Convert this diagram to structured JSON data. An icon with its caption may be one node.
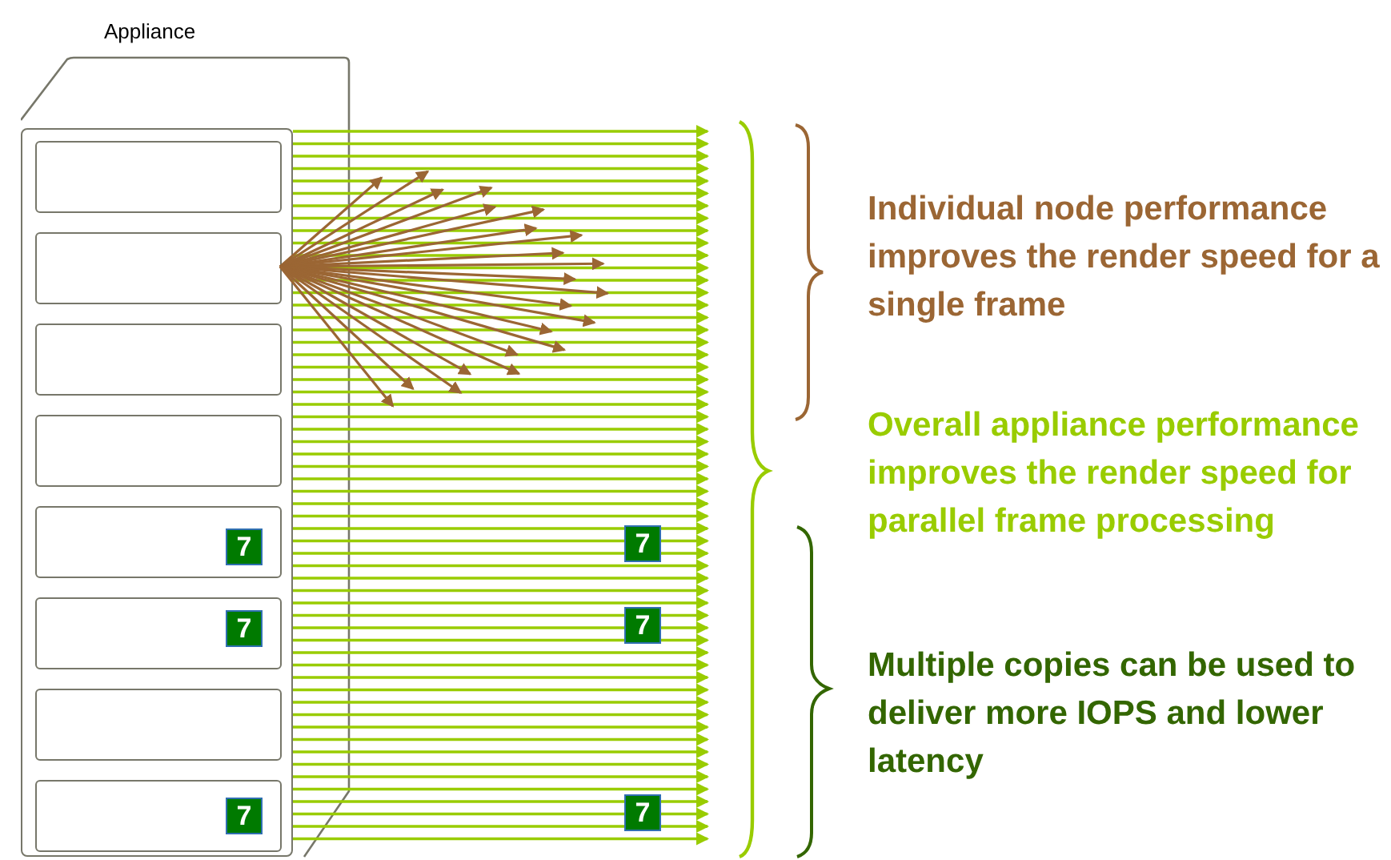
{
  "diagram": {
    "nodes": [
      {
        "text": [
          "Appliance"
        ]
      },
      {
        "text": [],
        "shape": "box",
        "in": 0
      },
      {
        "text": [],
        "shape": "box",
        "in": 0
      },
      {
        "text": [],
        "shape": "box",
        "in": 0
      },
      {
        "text": [],
        "shape": "box",
        "in": 0
      },
      {
        "text": [],
        "shape": "box",
        "in": 0
      },
      {
        "text": [],
        "shape": "box",
        "in": 0
      },
      {
        "text": [],
        "shape": "box",
        "in": 0
      },
      {
        "text": [],
        "shape": "box",
        "in": 0
      },
      {
        "text": [
          "7"
        ],
        "in": 5
      },
      {
        "text": [
          "7"
        ],
        "in": 6
      },
      {
        "text": [
          "7"
        ],
        "in": 8
      },
      {
        "text": [
          "7"
        ]
      },
      {
        "text": [
          "7"
        ]
      },
      {
        "text": [
          "7"
        ]
      }
    ],
    "edges": [
      {
        "from": 0,
        "to": null,
        "arrow": "to"
      },
      {
        "from": 0,
        "to": null,
        "arrow": "to"
      },
      {
        "from": 0,
        "to": null,
        "arrow": "to"
      },
      {
        "from": 0,
        "to": null,
        "arrow": "to"
      },
      {
        "from": 0,
        "to": null,
        "arrow": "to"
      },
      {
        "from": 0,
        "to": null,
        "arrow": "to"
      },
      {
        "from": 0,
        "to": null,
        "arrow": "to"
      },
      {
        "from": 0,
        "to": null,
        "arrow": "to"
      },
      {
        "from": 0,
        "to": null,
        "arrow": "to"
      },
      {
        "from": 0,
        "to": null,
        "arrow": "to"
      },
      {
        "from": 0,
        "to": null,
        "arrow": "to"
      },
      {
        "from": 0,
        "to": null,
        "arrow": "to"
      },
      {
        "from": 0,
        "to": null,
        "arrow": "to"
      },
      {
        "from": 0,
        "to": null,
        "arrow": "to"
      },
      {
        "from": 0,
        "to": null,
        "arrow": "to"
      },
      {
        "from": 0,
        "to": null,
        "arrow": "to"
      },
      {
        "from": 0,
        "to": null,
        "arrow": "to"
      },
      {
        "from": 0,
        "to": null,
        "arrow": "to"
      },
      {
        "from": 0,
        "to": null,
        "arrow": "to"
      },
      {
        "from": 0,
        "to": null,
        "arrow": "to"
      },
      {
        "from": 0,
        "to": null,
        "arrow": "to"
      },
      {
        "from": 0,
        "to": null,
        "arrow": "to"
      },
      {
        "from": 0,
        "to": null,
        "arrow": "to"
      },
      {
        "from": 0,
        "to": null,
        "arrow": "to"
      },
      {
        "from": 0,
        "to": null,
        "arrow": "to"
      },
      {
        "from": 0,
        "to": null,
        "arrow": "to"
      },
      {
        "from": 0,
        "to": null,
        "arrow": "to"
      },
      {
        "from": 0,
        "to": null,
        "arrow": "to"
      },
      {
        "from": 0,
        "to": null,
        "arrow": "to"
      },
      {
        "from": 0,
        "to": null,
        "arrow": "to"
      },
      {
        "from": 0,
        "to": null,
        "arrow": "to"
      },
      {
        "from": 0,
        "to": null,
        "arrow": "to"
      },
      {
        "from": 0,
        "to": null,
        "arrow": "to"
      },
      {
        "from": 0,
        "to": null,
        "arrow": "to"
      },
      {
        "from": 0,
        "to": null,
        "arrow": "to"
      },
      {
        "from": 0,
        "to": null,
        "arrow": "to"
      },
      {
        "from": 0,
        "to": null,
        "arrow": "to"
      },
      {
        "from": 0,
        "to": null,
        "arrow": "to"
      },
      {
        "from": 0,
        "to": null,
        "arrow": "to"
      },
      {
        "from": 0,
        "to": null,
        "arrow": "to"
      },
      {
        "from": 0,
        "to": null,
        "arrow": "to"
      },
      {
        "from": 0,
        "to": null,
        "arrow": "to"
      },
      {
        "from": 0,
        "to": null,
        "arrow": "to"
      },
      {
        "from": 0,
        "to": null,
        "arrow": "to"
      },
      {
        "from": 0,
        "to": null,
        "arrow": "to"
      },
      {
        "from": 0,
        "to": null,
        "arrow": "to"
      },
      {
        "from": 0,
        "to": null,
        "arrow": "to"
      },
      {
        "from": 0,
        "to": null,
        "arrow": "to"
      },
      {
        "from": 0,
        "to": null,
        "arrow": "to"
      },
      {
        "from": 0,
        "to": null,
        "arrow": "to"
      },
      {
        "from": 0,
        "to": null,
        "arrow": "to"
      },
      {
        "from": 0,
        "to": null,
        "arrow": "to"
      },
      {
        "from": 0,
        "to": null,
        "arrow": "to"
      },
      {
        "from": 0,
        "to": null,
        "arrow": "to"
      },
      {
        "from": 0,
        "to": null,
        "arrow": "to"
      },
      {
        "from": 0,
        "to": null,
        "arrow": "to"
      },
      {
        "from": 0,
        "to": null,
        "arrow": "to"
      },
      {
        "from": 0,
        "to": null,
        "arrow": "to"
      },
      {
        "from": 2,
        "to": null,
        "arrow": "to",
        "color": "#9b6634"
      },
      {
        "from": 2,
        "to": null,
        "arrow": "to",
        "color": "#9b6634"
      },
      {
        "from": 2,
        "to": null,
        "arrow": "to",
        "color": "#9b6634"
      },
      {
        "from": 2,
        "to": null,
        "arrow": "to",
        "color": "#9b6634"
      },
      {
        "from": 2,
        "to": null,
        "arrow": "to",
        "color": "#9b6634"
      },
      {
        "from": 2,
        "to": null,
        "arrow": "to",
        "color": "#9b6634"
      },
      {
        "from": 2,
        "to": null,
        "arrow": "to",
        "color": "#9b6634"
      },
      {
        "from": 2,
        "to": null,
        "arrow": "to",
        "color": "#9b6634"
      },
      {
        "from": 2,
        "to": null,
        "arrow": "to",
        "color": "#9b6634"
      },
      {
        "from": 2,
        "to": null,
        "arrow": "to",
        "color": "#9b6634"
      },
      {
        "from": 2,
        "to": null,
        "arrow": "to",
        "color": "#9b6634"
      },
      {
        "from": 2,
        "to": null,
        "arrow": "to",
        "color": "#9b6634"
      },
      {
        "from": 2,
        "to": null,
        "arrow": "to",
        "color": "#9b6634"
      },
      {
        "from": 2,
        "to": null,
        "arrow": "to",
        "color": "#9b6634"
      },
      {
        "from": 2,
        "to": null,
        "arrow": "to",
        "color": "#9b6634"
      },
      {
        "from": 2,
        "to": null,
        "arrow": "to",
        "color": "#9b6634"
      },
      {
        "from": 2,
        "to": null,
        "arrow": "to",
        "color": "#9b6634"
      },
      {
        "from": 2,
        "to": null,
        "arrow": "to",
        "color": "#9b6634"
      },
      {
        "from": 2,
        "to": null,
        "arrow": "to",
        "color": "#9b6634"
      },
      {
        "from": 2,
        "to": null,
        "arrow": "to",
        "color": "#9b6634"
      },
      {
        "from": 2,
        "to": null,
        "arrow": "to",
        "color": "#9b6634"
      },
      {
        "from": 2,
        "to": null,
        "arrow": "to",
        "color": "#9b6634"
      }
    ],
    "labels": [
      "Individual node performance improves the render speed for a single frame",
      "Overall appliance performance improves the render speed for parallel frame processing",
      "Multiple copies can be used to deliver more IOPS and lower latency"
    ]
  }
}
